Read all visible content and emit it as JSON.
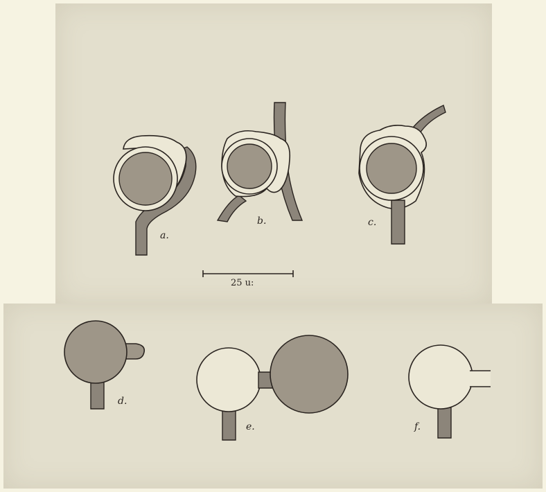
{
  "labels": {
    "a": "a.",
    "b": "b.",
    "c": "c.",
    "d": "d.",
    "e": "e.",
    "f": "f."
  },
  "scale_bar": {
    "label": "25 u:"
  }
}
